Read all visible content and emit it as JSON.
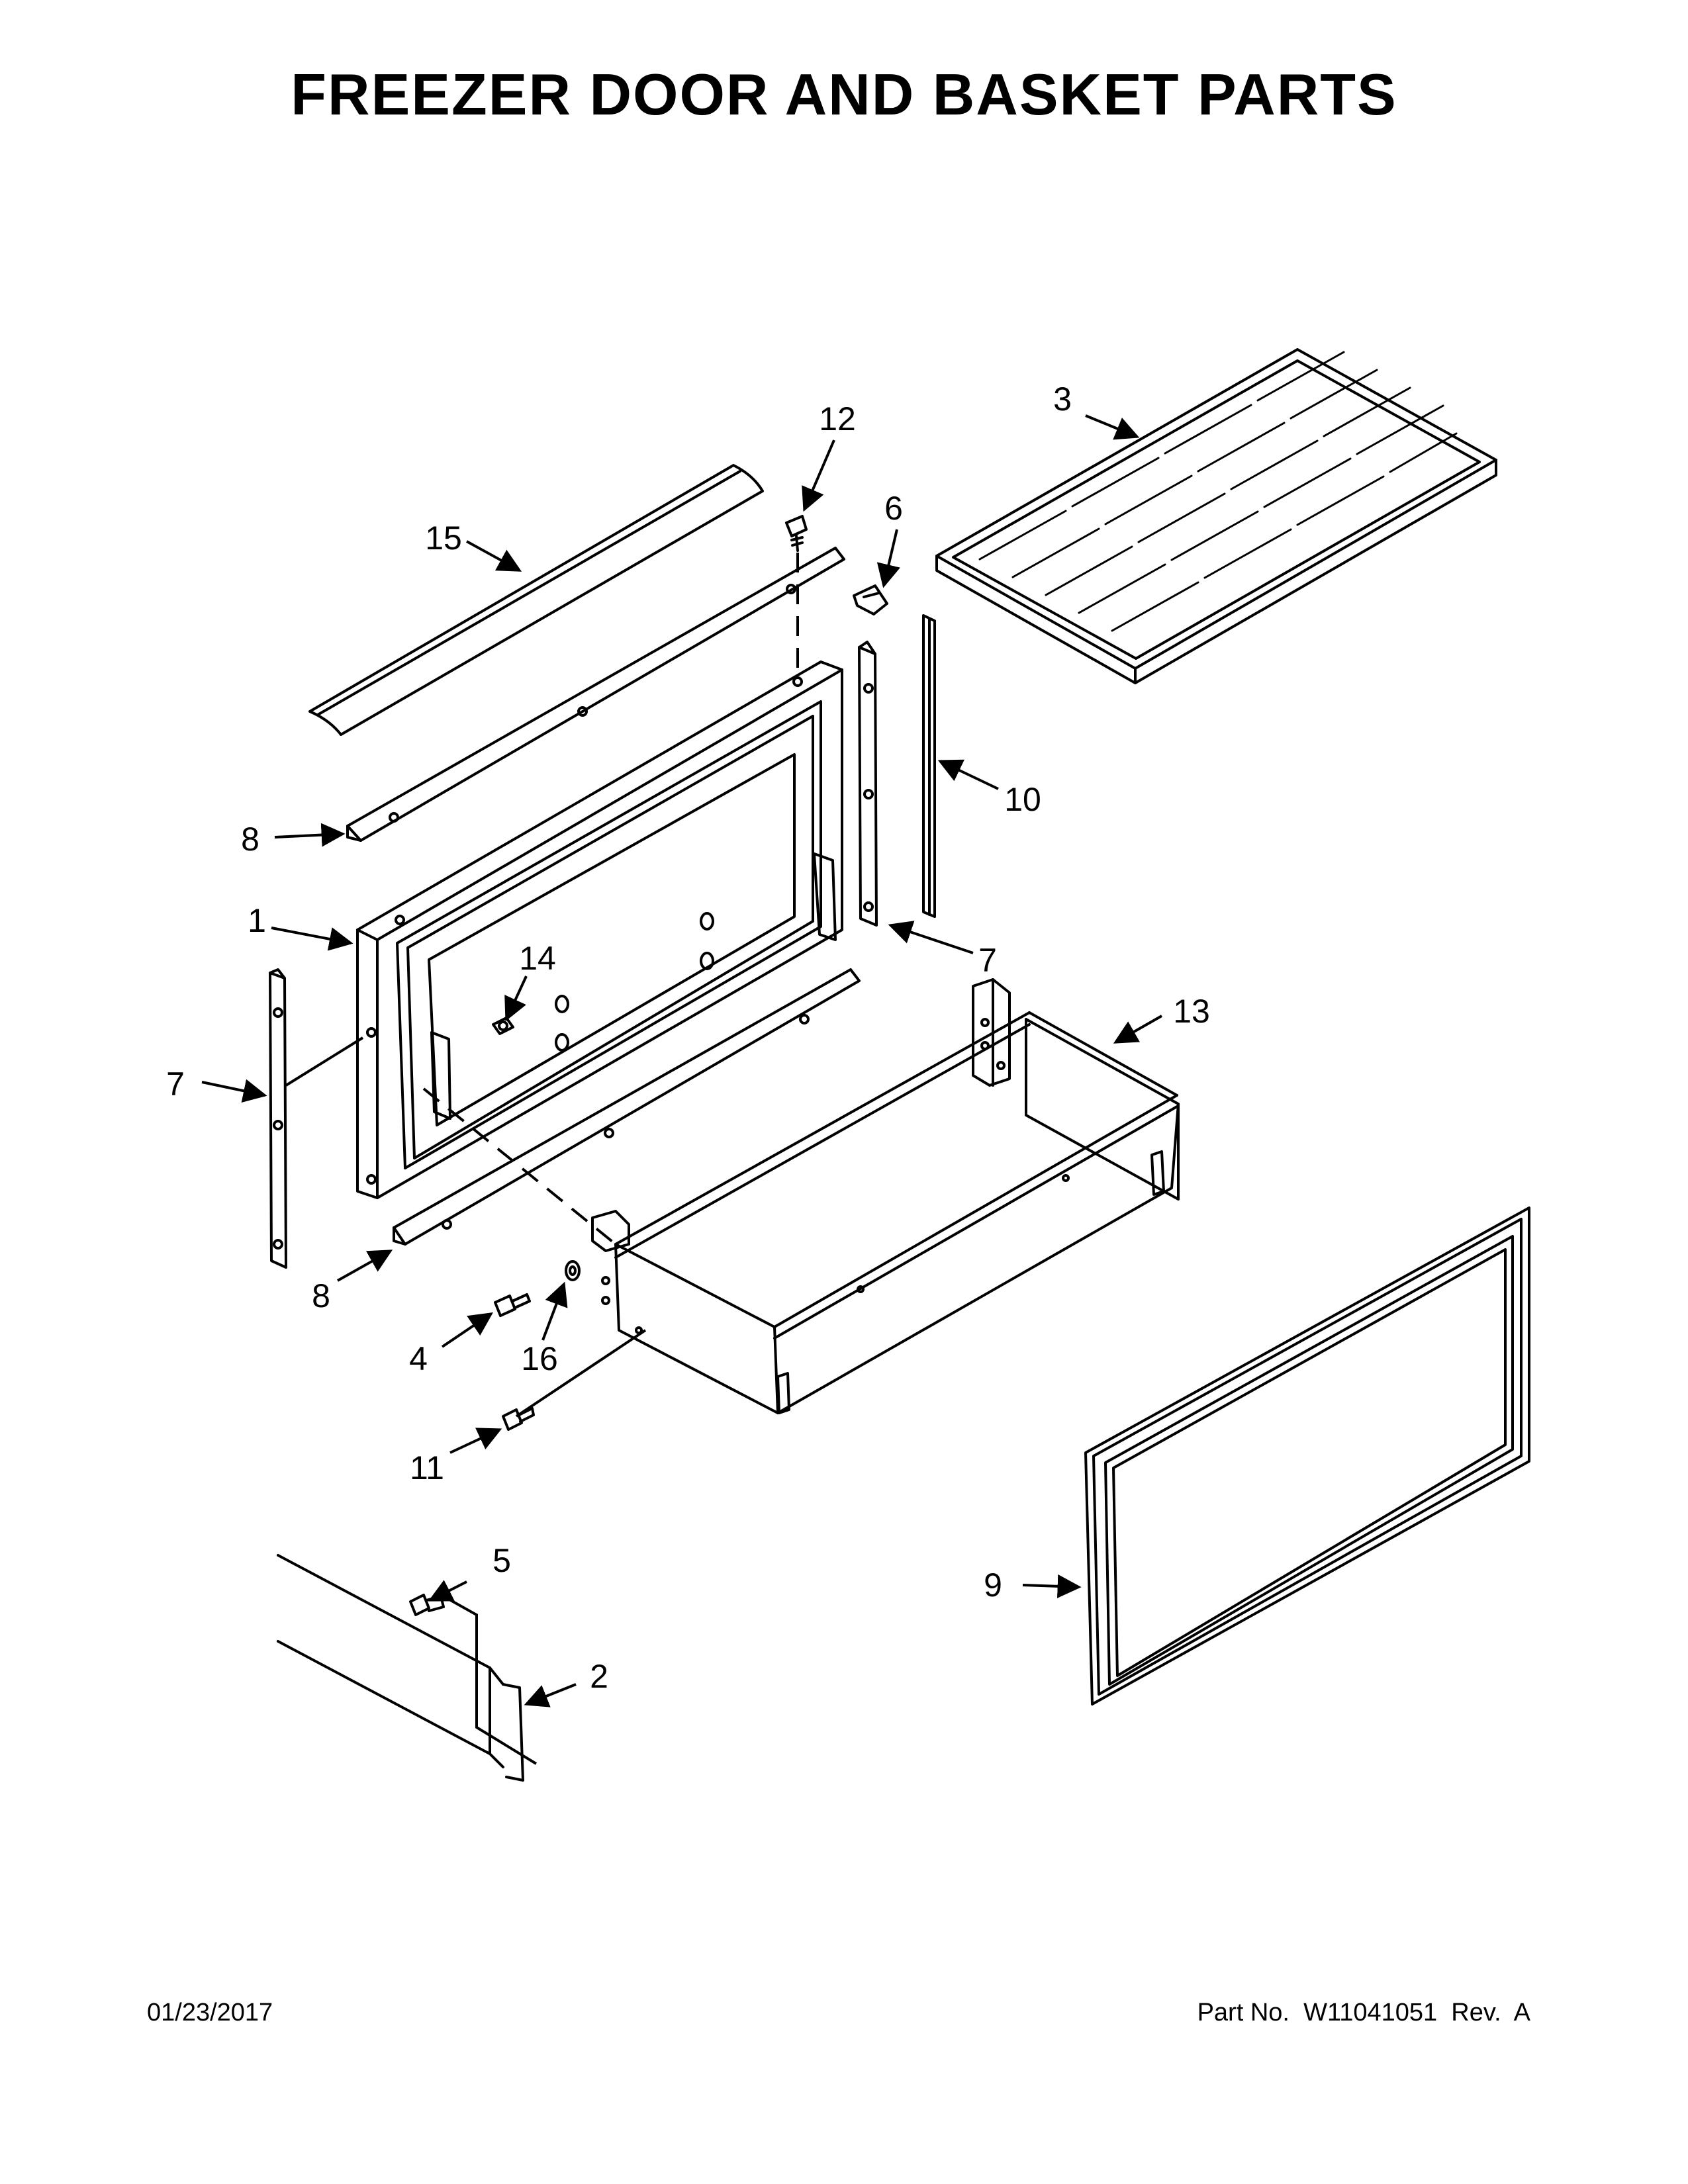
{
  "title": "FREEZER DOOR AND BASKET PARTS",
  "footer": {
    "date": "01/23/2017",
    "part_number": "Part No.  W11041051  Rev.  A"
  },
  "callouts": {
    "c1": "1",
    "c2": "2",
    "c3": "3",
    "c4": "4",
    "c5": "5",
    "c6": "6",
    "c7a": "7",
    "c7b": "7",
    "c8a": "8",
    "c8b": "8",
    "c9": "9",
    "c10": "10",
    "c11": "11",
    "c12": "12",
    "c13": "13",
    "c14": "14",
    "c15": "15",
    "c16": "16"
  }
}
